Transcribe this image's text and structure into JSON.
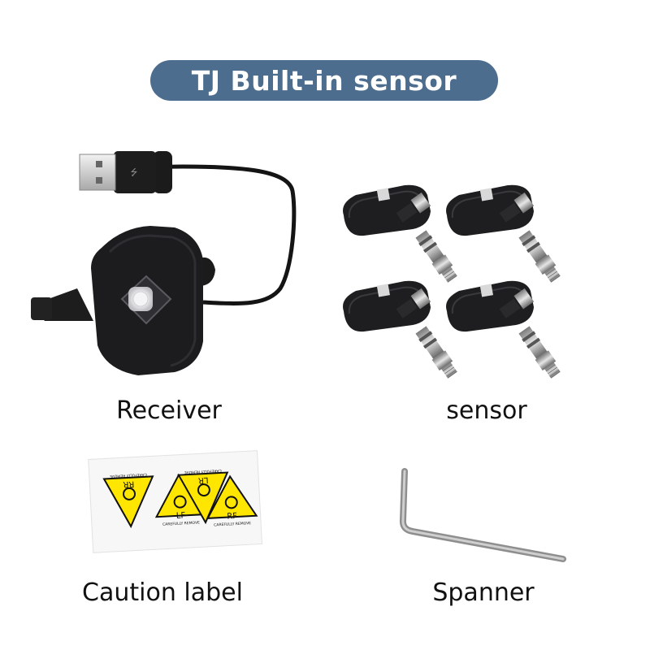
{
  "title": "TJ Built-in sensor",
  "items": [
    {
      "label": "Receiver"
    },
    {
      "label": "sensor"
    },
    {
      "label": "Caution label"
    },
    {
      "label": "Spanner"
    }
  ],
  "caution_label": {
    "tags": [
      {
        "text": "RR",
        "sub": "CAREFULLY REMOVE"
      },
      {
        "text": "LF",
        "sub": "CAREFULLY REMOVE"
      },
      {
        "text": "LR",
        "sub": "CAREFULLY REMOVE"
      },
      {
        "text": "RF",
        "sub": "CAREFULLY REMOVE"
      }
    ],
    "colors": {
      "warning": "#ffe600",
      "outline": "#111111"
    }
  },
  "colors": {
    "banner": "#4d6d8f",
    "device": "#1c1c1e"
  }
}
